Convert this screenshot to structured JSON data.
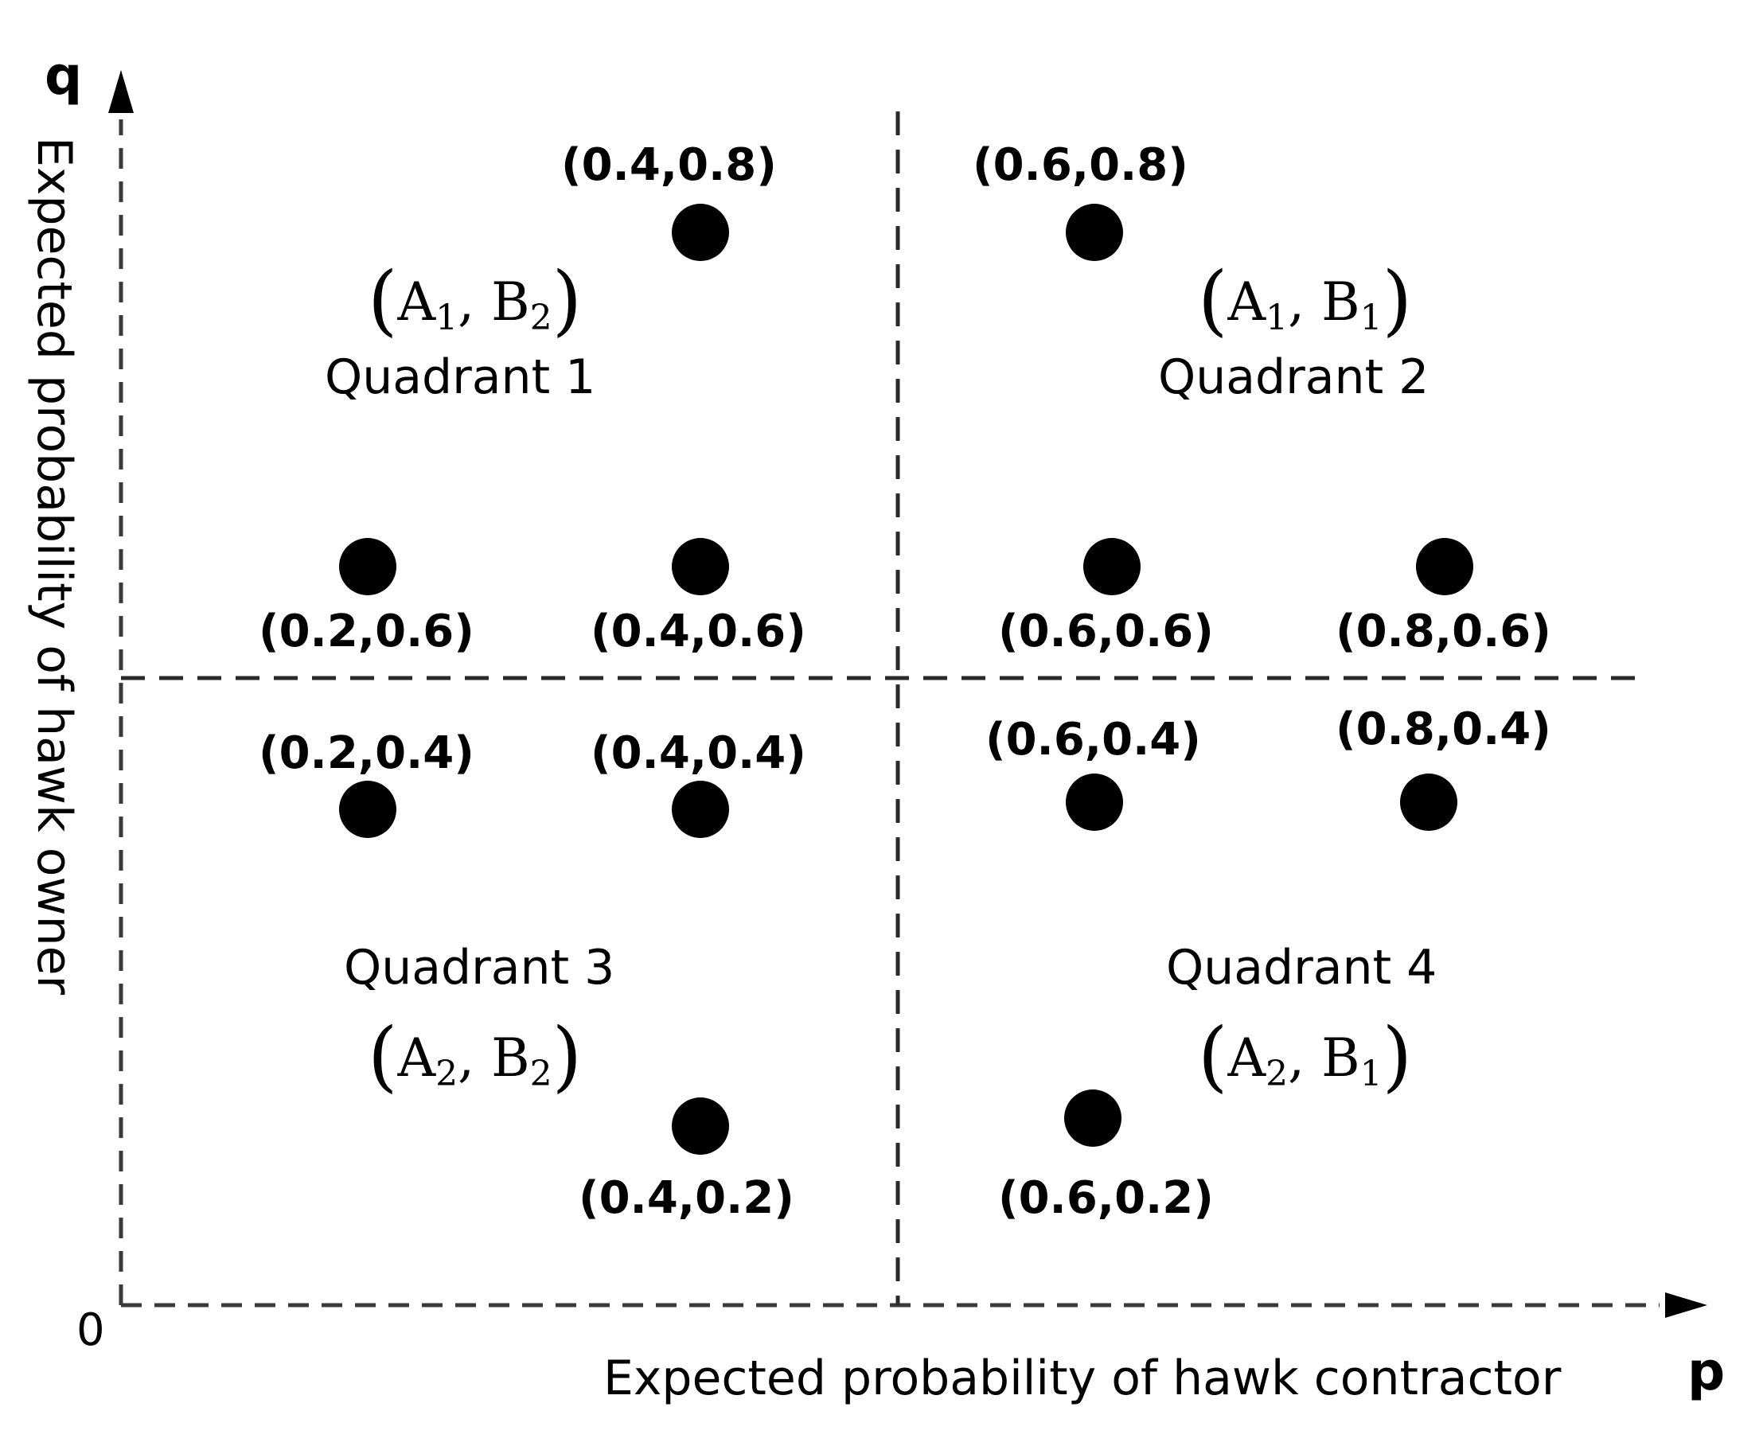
{
  "axes": {
    "x_title": "Expected probability of hawk contractor",
    "y_title": "Expected probability of hawk owner",
    "x_var": "p",
    "y_var": "q",
    "origin": "0"
  },
  "quadrants": [
    {
      "label": "Quadrant 1",
      "strategy": {
        "a": "A",
        "a_sub": "1",
        "b": "B",
        "b_sub": "2"
      }
    },
    {
      "label": "Quadrant 2",
      "strategy": {
        "a": "A",
        "a_sub": "1",
        "b": "B",
        "b_sub": "1"
      }
    },
    {
      "label": "Quadrant 3",
      "strategy": {
        "a": "A",
        "a_sub": "2",
        "b": "B",
        "b_sub": "2"
      }
    },
    {
      "label": "Quadrant 4",
      "strategy": {
        "a": "A",
        "a_sub": "2",
        "b": "B",
        "b_sub": "1"
      }
    }
  ],
  "points": [
    {
      "label": "(0.4,0.8)"
    },
    {
      "label": "(0.6,0.8)"
    },
    {
      "label": "(0.2,0.6)"
    },
    {
      "label": "(0.4,0.6)"
    },
    {
      "label": "(0.6,0.6)"
    },
    {
      "label": "(0.8,0.6)"
    },
    {
      "label": "(0.2,0.4)"
    },
    {
      "label": "(0.4,0.4)"
    },
    {
      "label": "(0.6,0.4)"
    },
    {
      "label": "(0.8,0.4)"
    },
    {
      "label": "(0.4,0.2)"
    },
    {
      "label": "(0.6,0.2)"
    }
  ]
}
